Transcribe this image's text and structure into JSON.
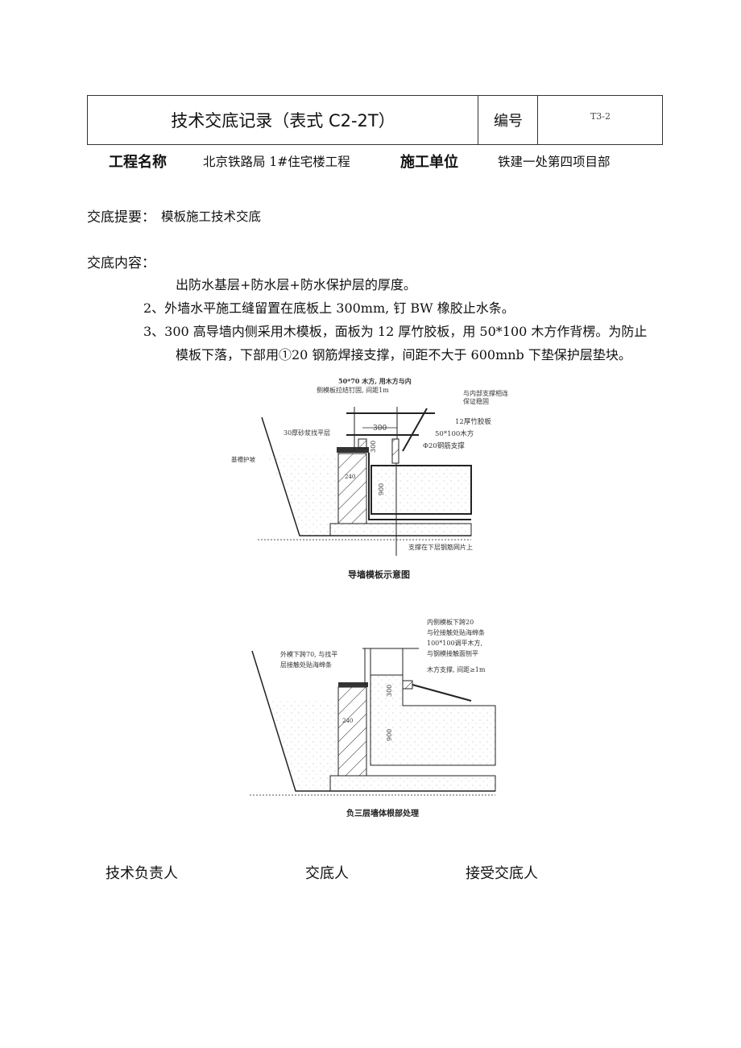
{
  "header": {
    "title": "技术交底记录（表式 C2-2T）",
    "number_label": "编号",
    "number_value": "T3-2"
  },
  "info": {
    "project_label": "工程名称",
    "project_value": "北京铁路局 1#住宅楼工程",
    "contractor_label": "施工单位",
    "contractor_value": "铁建一处第四项目部"
  },
  "summary": {
    "label": "交底提要：",
    "value": "模板施工技术交底"
  },
  "content": {
    "label": "交底内容：",
    "lines": [
      "出防水基层+防水层+防水保护层的厚度。",
      "2、外墙水平施工缝留置在底板上 300mm, 钉 BW 橡胶止水条。",
      "3、300 高导墙内侧采用木模板，面板为 12 厚竹胶板，用 50*100 木方作背楞。为防止",
      "模板下落，下部用①20 钢筋焊接支撑，间距不大于 600mnb 下垫保护层垫块。"
    ]
  },
  "figure1": {
    "caption": "导墙模板示意图",
    "labels": {
      "top1": "50*70 木方, 用木方与内",
      "top2": "侧模板拉结钉固, 间距1m",
      "connect1": "与内部支撑相连",
      "connect2": "保证稳固",
      "bamboo": "12厚竹胶板",
      "timber": "50*100木方",
      "rebar": "Φ20钢筋支撑",
      "mortar": "30厚砂浆找平层",
      "slope": "基槽护坡",
      "support": "支撑在下层钢筋网片上",
      "dim300": "300",
      "dim300v": "300",
      "dim900": "900",
      "dim240": "240"
    }
  },
  "figure2": {
    "caption": "负三层墙体根部处理",
    "labels": {
      "inner1": "内侧模板下跨20",
      "inner2": "与砼接触处贴海绵条",
      "outer1": "外模下跨70, 与找平",
      "outer2": "层接触处贴海绵条",
      "timber1": "100*100调平木方,",
      "timber2": "与钢模接触面刨平",
      "brace": "木方支撑, 间距≥1m",
      "dim300": "300",
      "dim900": "900",
      "dim240": "240"
    }
  },
  "signatures": {
    "tech_lead": "技术负责人",
    "presenter": "交底人",
    "receiver": "接受交底人"
  }
}
